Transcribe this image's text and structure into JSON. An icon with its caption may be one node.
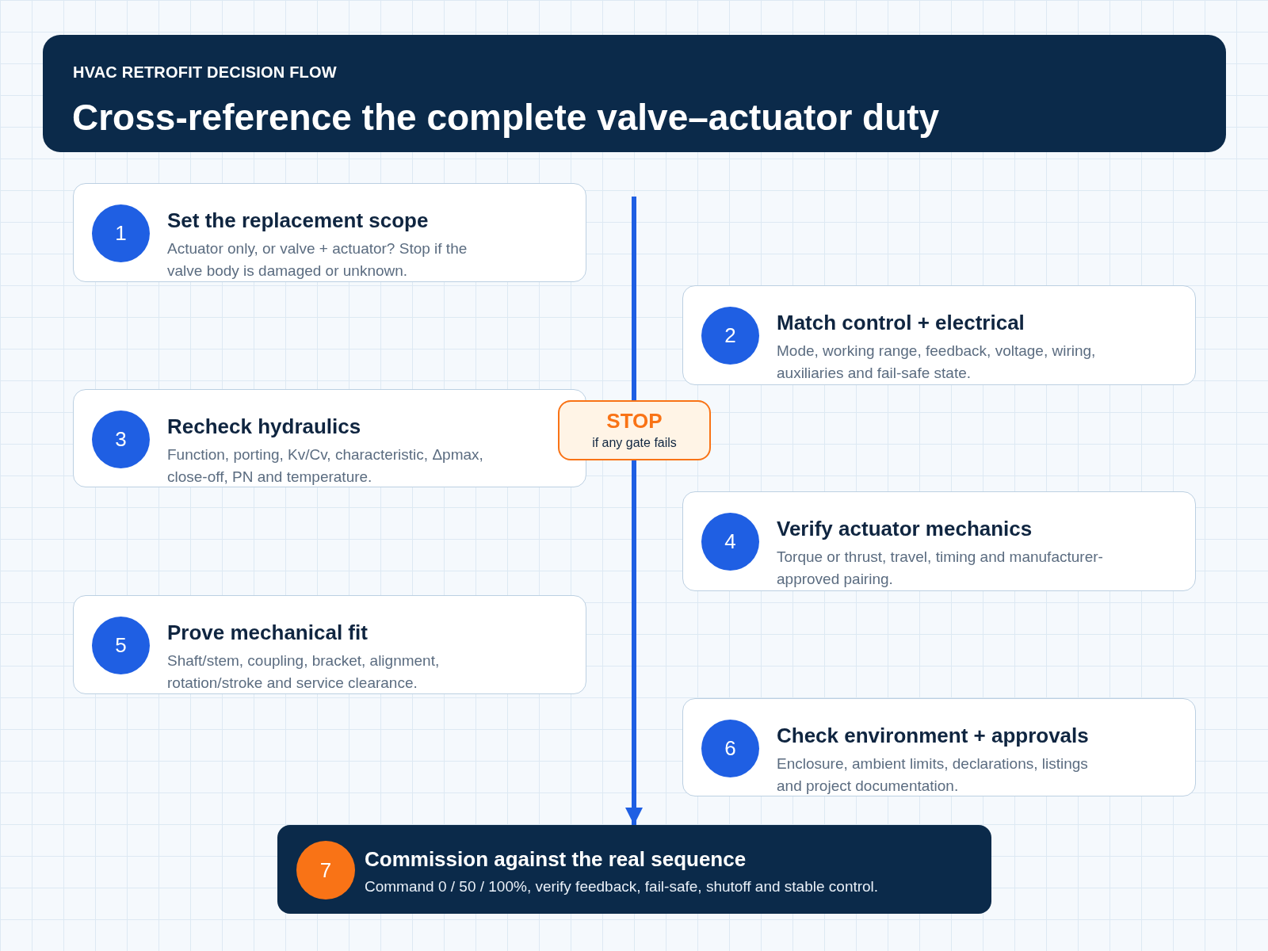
{
  "diagram": {
    "title": "Cross-reference the complete valve–actuator duty",
    "nodes": [
      {
        "text": [
          "Set the replacement scope",
          "Actuator only, or valve + actuator? Stop if the valve body is damaged or unknown."
        ]
      },
      {
        "text": [
          "1"
        ],
        "in": 0
      },
      {
        "text": [
          "Match control + electrical",
          "Mode, working range, feedback, voltage, wiring, auxiliaries and fail-safe state."
        ]
      },
      {
        "text": [
          "2"
        ],
        "in": 2
      },
      {
        "text": [
          "Recheck hydraulics",
          "Function, porting, Kv/Cv, characteristic, Δpmax, close-off, PN and temperature."
        ]
      },
      {
        "text": [
          "3"
        ],
        "in": 4
      },
      {
        "text": [
          "STOP",
          "if any gate fails"
        ]
      },
      {
        "text": [
          "Verify actuator mechanics",
          "Torque or thrust, travel, timing and manufacturer-approved pairing."
        ]
      },
      {
        "text": [
          "4"
        ],
        "in": 7
      },
      {
        "text": [
          "Prove mechanical fit",
          "Shaft/stem, coupling, bracket, alignment, rotation/stroke and service clearance."
        ]
      },
      {
        "text": [
          "5"
        ],
        "in": 9
      },
      {
        "text": [
          "Check environment + approvals",
          "Enclosure, ambient limits, declarations, listings and project documentation."
        ]
      },
      {
        "text": [
          "6"
        ],
        "in": 11
      },
      {
        "text": [
          "Commission against the real sequence",
          "Command 0 / 50 / 100%, verify feedback, fail-safe, shutoff and stable control."
        ]
      },
      {
        "text": [
          "7"
        ],
        "in": 13
      }
    ],
    "edges": [
      {
        "from": null,
        "to": 6,
        "arrow": "none"
      },
      {
        "from": 6,
        "to": 13,
        "arrow": "to"
      }
    ],
    "labels": [
      "HVAC RETROFIT DECISION FLOW"
    ]
  }
}
